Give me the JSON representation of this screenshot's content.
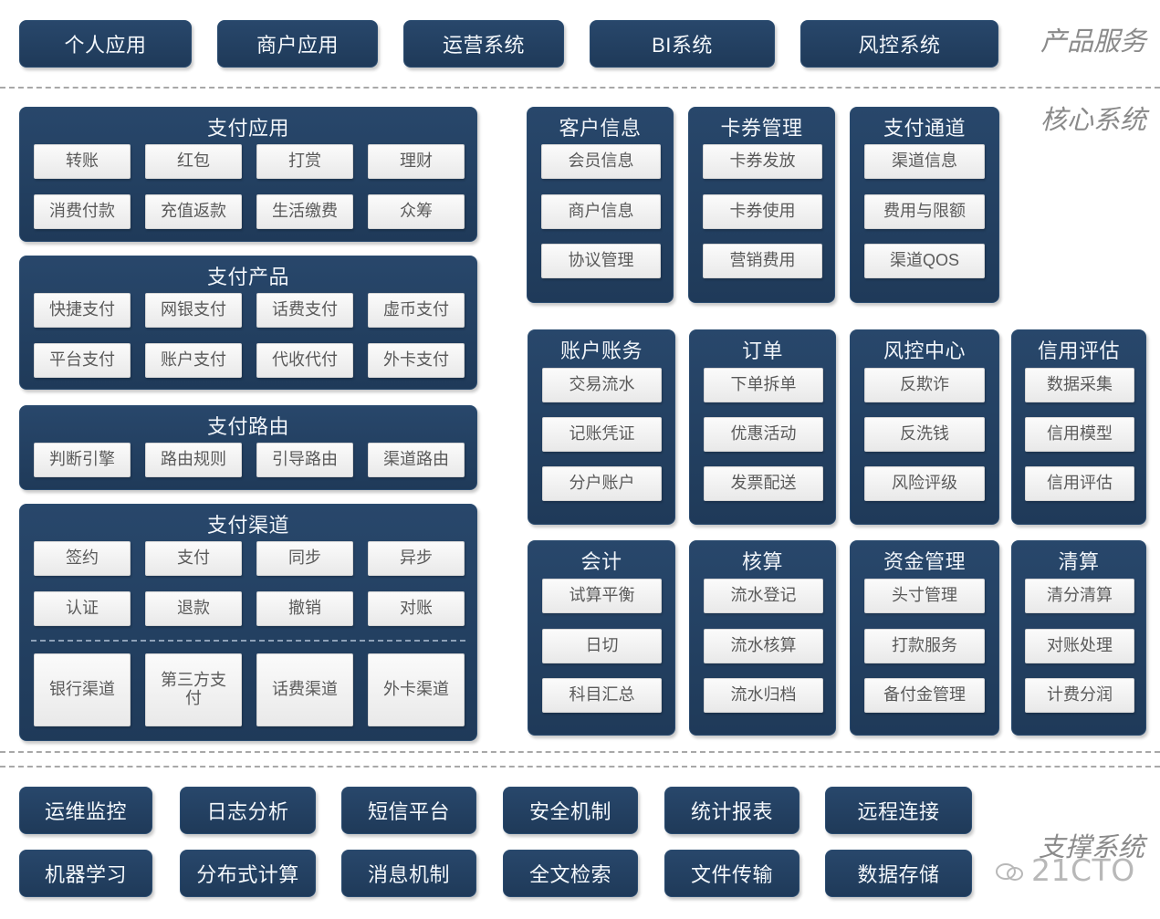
{
  "labels": {
    "product_services": "产品服务",
    "core_systems": "核心系统",
    "support_systems": "支撑系统"
  },
  "top_services": [
    "个人应用",
    "商户应用",
    "运营系统",
    "BI系统",
    "风控系统"
  ],
  "left_panels": {
    "payment_app": {
      "title": "支付应用",
      "items": [
        "转账",
        "红包",
        "打赏",
        "理财",
        "消费付款",
        "充值返款",
        "生活缴费",
        "众筹"
      ]
    },
    "payment_products": {
      "title": "支付产品",
      "items": [
        "快捷支付",
        "网银支付",
        "话费支付",
        "虚币支付",
        "平台支付",
        "账户支付",
        "代收代付",
        "外卡支付"
      ]
    },
    "payment_routing": {
      "title": "支付路由",
      "items": [
        "判断引擎",
        "路由规则",
        "引导路由",
        "渠道路由"
      ]
    },
    "payment_channels": {
      "title": "支付渠道",
      "items": [
        "签约",
        "支付",
        "同步",
        "异步",
        "认证",
        "退款",
        "撤销",
        "对账"
      ],
      "bottom_items": [
        "银行渠道",
        "第三方支付",
        "话费渠道",
        "外卡渠道"
      ]
    }
  },
  "right_panels": {
    "row1": [
      {
        "title": "客户信息",
        "items": [
          "会员信息",
          "商户信息",
          "协议管理"
        ]
      },
      {
        "title": "卡券管理",
        "items": [
          "卡券发放",
          "卡券使用",
          "营销费用"
        ]
      },
      {
        "title": "支付通道",
        "items": [
          "渠道信息",
          "费用与限额",
          "渠道QOS"
        ]
      }
    ],
    "row2": [
      {
        "title": "账户账务",
        "items": [
          "交易流水",
          "记账凭证",
          "分户账户"
        ]
      },
      {
        "title": "订单",
        "items": [
          "下单拆单",
          "优惠活动",
          "发票配送"
        ]
      },
      {
        "title": "风控中心",
        "items": [
          "反欺诈",
          "反洗钱",
          "风险评级"
        ]
      },
      {
        "title": "信用评估",
        "items": [
          "数据采集",
          "信用模型",
          "信用评估"
        ]
      }
    ],
    "row3": [
      {
        "title": "会计",
        "items": [
          "试算平衡",
          "日切",
          "科目汇总"
        ]
      },
      {
        "title": "核算",
        "items": [
          "流水登记",
          "流水核算",
          "流水归档"
        ]
      },
      {
        "title": "资金管理",
        "items": [
          "头寸管理",
          "打款服务",
          "备付金管理"
        ]
      },
      {
        "title": "清算",
        "items": [
          "清分清算",
          "对账处理",
          "计费分润"
        ]
      }
    ]
  },
  "bottom_services": {
    "row1": [
      "运维监控",
      "日志分析",
      "短信平台",
      "安全机制",
      "统计报表",
      "远程连接"
    ],
    "row2": [
      "机器学习",
      "分布式计算",
      "消息机制",
      "全文检索",
      "文件传输",
      "数据存储"
    ]
  },
  "watermark": {
    "text": "21CTO"
  }
}
